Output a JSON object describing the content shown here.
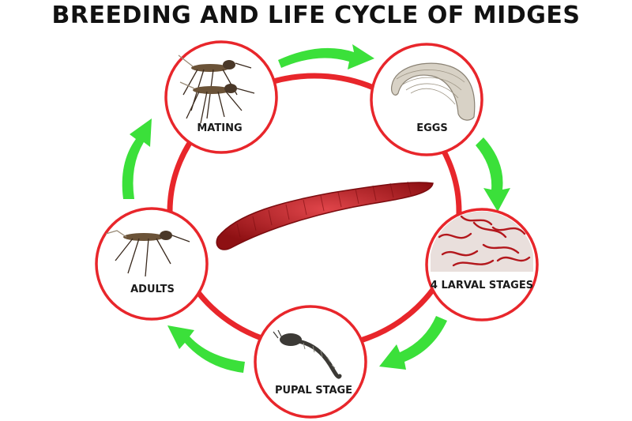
{
  "title": "BREEDING AND LIFE CYCLE OF MIDGES",
  "stages": [
    {
      "label": "MATING"
    },
    {
      "label": "EGGS"
    },
    {
      "label": "4 LARVAL STAGES"
    },
    {
      "label": "PUPAL STAGE"
    },
    {
      "label": "ADULTS"
    }
  ],
  "colors": {
    "ring": "#e8262b",
    "arrow": "#3be03a",
    "larva": "#b3171c",
    "text": "#111111"
  },
  "icons": [
    "mating-midges-illustration",
    "egg-mass-illustration",
    "larvae-photo",
    "pupa-illustration",
    "adult-midge-illustration",
    "central-larva-illustration"
  ]
}
